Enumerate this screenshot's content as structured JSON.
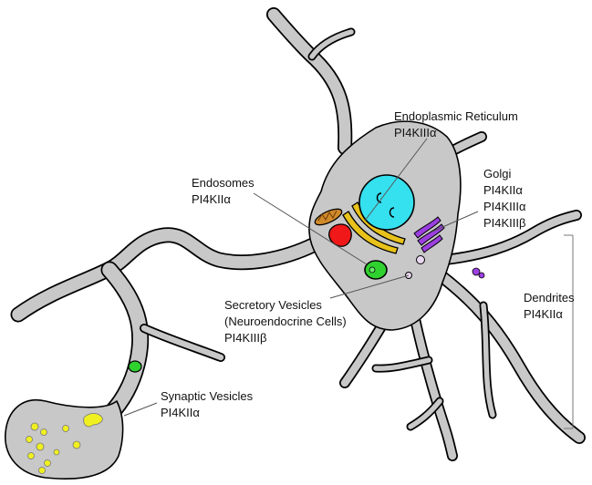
{
  "labels": {
    "er_title": "Endoplasmic Reticulum",
    "er_enzyme": "PI4KIIIα",
    "endosomes_title": "Endosomes",
    "endosomes_enzyme": "PI4KIIα",
    "golgi_title": "Golgi",
    "golgi_enzyme_1": "PI4KIIα",
    "golgi_enzyme_2": "PI4KIIIα",
    "golgi_enzyme_3": "PI4KIIIβ",
    "secretory_title": "Secretory Vesicles",
    "secretory_subtitle": "(Neuroendocrine Cells)",
    "secretory_enzyme": "PI4KIIIβ",
    "dendrites_title": "Dendrites",
    "dendrites_enzyme": "PI4KIIα",
    "synaptic_title": "Synaptic Vesicles",
    "synaptic_enzyme": "PI4KIIα"
  },
  "colors": {
    "cytoplasm": "#c8c8c8",
    "nucleus": "#35e0ef",
    "golgi": "#9b3fe0",
    "er": "#e8c21a",
    "endosome": "#2fd12f",
    "red_organelle": "#f01818",
    "mitochondrion": "#d08a2a",
    "synaptic_vesicle": "#f0f020",
    "secretory_vesicle": "#e9d7ef"
  }
}
